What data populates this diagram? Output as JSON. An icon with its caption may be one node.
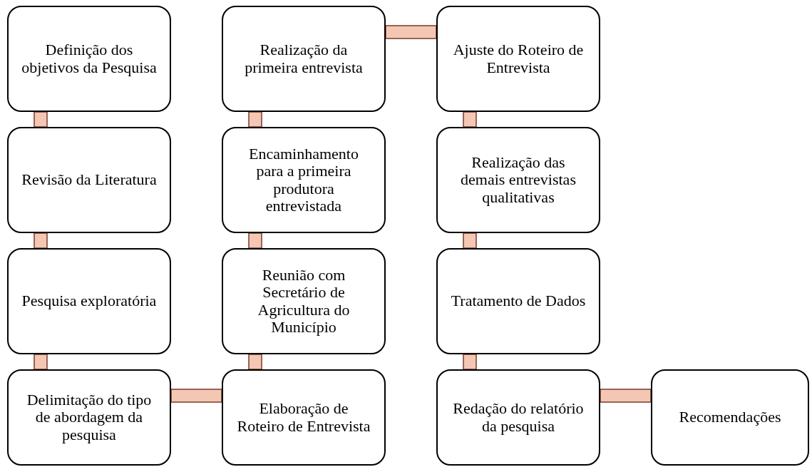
{
  "diagram": {
    "nodes": [
      {
        "text": [
          "Definição dos objetivos da Pesquisa"
        ]
      },
      {
        "text": [
          "Revisão da Literatura"
        ]
      },
      {
        "text": [
          "Pesquisa exploratória"
        ]
      },
      {
        "text": [
          "Delimitação do tipo de abordagem da pesquisa"
        ]
      },
      {
        "text": [
          "Realização da primeira entrevista"
        ]
      },
      {
        "text": [
          "Encaminhamento para a primeira produtora entrevistada"
        ]
      },
      {
        "text": [
          "Reunião com Secretário de Agricultura do Município"
        ]
      },
      {
        "text": [
          "Elaboração de Roteiro de Entrevista"
        ]
      },
      {
        "text": [
          "Ajuste do Roteiro de Entrevista"
        ]
      },
      {
        "text": [
          "Realização das demais entrevistas qualitativas"
        ]
      },
      {
        "text": [
          "Tratamento de Dados"
        ]
      },
      {
        "text": [
          "Redação do relatório da pesquisa"
        ]
      },
      {
        "text": [
          "Recomendações"
        ]
      }
    ],
    "edges": [
      {
        "from": 0,
        "to": 1,
        "arrow": "none"
      },
      {
        "from": 1,
        "to": 2,
        "arrow": "none"
      },
      {
        "from": 2,
        "to": 3,
        "arrow": "none"
      },
      {
        "from": 3,
        "to": 7,
        "arrow": "none"
      },
      {
        "from": 7,
        "to": 6,
        "arrow": "none"
      },
      {
        "from": 6,
        "to": 5,
        "arrow": "none"
      },
      {
        "from": 5,
        "to": 4,
        "arrow": "none"
      },
      {
        "from": 4,
        "to": 8,
        "arrow": "none"
      },
      {
        "from": 8,
        "to": 9,
        "arrow": "none"
      },
      {
        "from": 9,
        "to": 10,
        "arrow": "none"
      },
      {
        "from": 10,
        "to": 11,
        "arrow": "none"
      },
      {
        "from": 11,
        "to": 12,
        "arrow": "none"
      }
    ]
  }
}
